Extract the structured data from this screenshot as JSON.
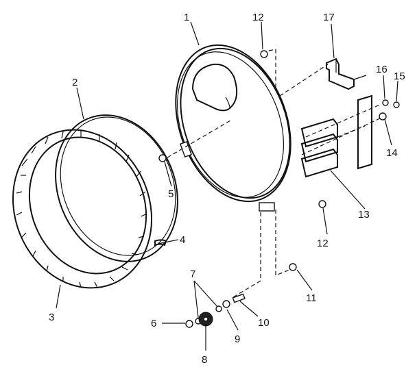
{
  "callouts": [
    {
      "id": "c1",
      "text": "1"
    },
    {
      "id": "c2",
      "text": "2"
    },
    {
      "id": "c3",
      "text": "3"
    },
    {
      "id": "c4",
      "text": "4"
    },
    {
      "id": "c5",
      "text": "5"
    },
    {
      "id": "c6",
      "text": "6"
    },
    {
      "id": "c7",
      "text": "7"
    },
    {
      "id": "c8",
      "text": "8"
    },
    {
      "id": "c9",
      "text": "9"
    },
    {
      "id": "c10",
      "text": "10"
    },
    {
      "id": "c11",
      "text": "11"
    },
    {
      "id": "c12a",
      "text": "12"
    },
    {
      "id": "c12b",
      "text": "12"
    },
    {
      "id": "c13",
      "text": "13"
    },
    {
      "id": "c14",
      "text": "14"
    },
    {
      "id": "c15",
      "text": "15"
    },
    {
      "id": "c16",
      "text": "16"
    },
    {
      "id": "c17",
      "text": "17"
    }
  ]
}
